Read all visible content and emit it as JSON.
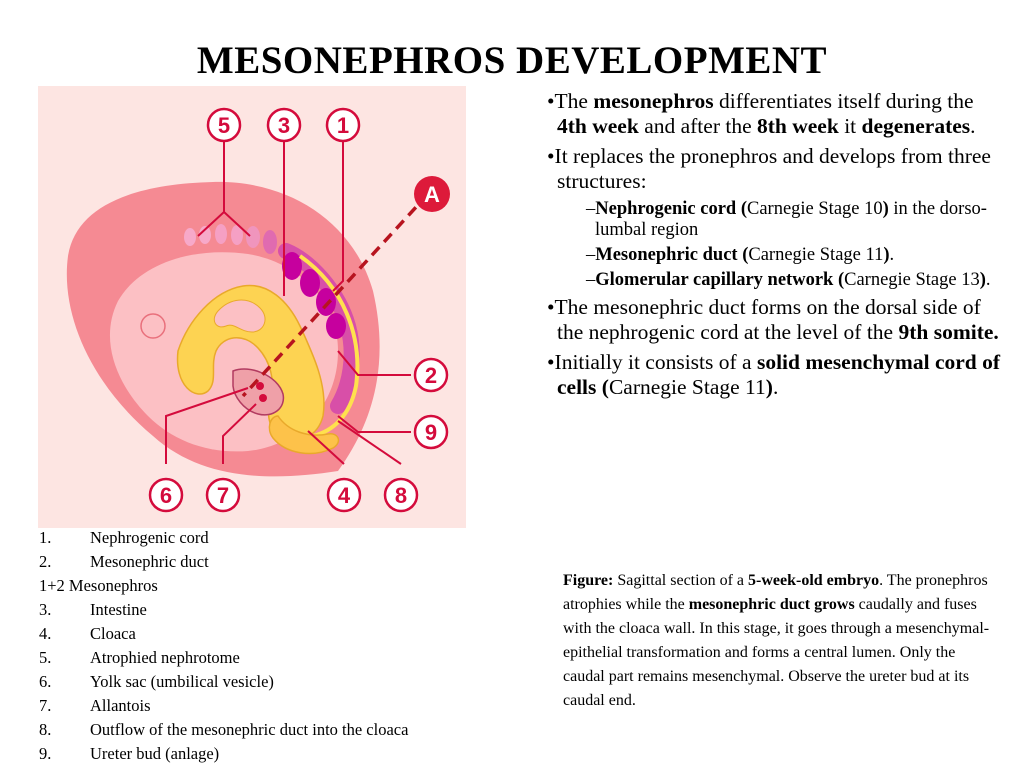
{
  "slide": {
    "title": "MESONEPHROS DEVELOPMENT"
  },
  "figure": {
    "callouts": [
      "5",
      "3",
      "1",
      "A",
      "2",
      "9",
      "6",
      "7",
      "4",
      "8"
    ],
    "colors": {
      "background": "#fde5e2",
      "embryo": "#f58a93",
      "embryo_light": "#fcc0c4",
      "gut": "#fdd352",
      "duct": "#c6009e",
      "line": "#d40b3c",
      "badge_fill": "#dd1a3a"
    }
  },
  "bullets": [
    {
      "level": 1,
      "parts": [
        {
          "t": "The ",
          "b": false
        },
        {
          "t": "mesonephros",
          "b": true
        },
        {
          "t": " differentiates itself during the ",
          "b": false
        },
        {
          "t": "4th week",
          "b": true
        },
        {
          "t": " and after the ",
          "b": false
        },
        {
          "t": "8th week",
          "b": true
        },
        {
          "t": " it ",
          "b": false
        },
        {
          "t": "degenerates",
          "b": true
        },
        {
          "t": ".",
          "b": false
        }
      ]
    },
    {
      "level": 1,
      "parts": [
        {
          "t": "It replaces the pronephros and develops from three structures:",
          "b": false
        }
      ]
    },
    {
      "level": 2,
      "parts": [
        {
          "t": "Nephrogenic cord (",
          "b": true
        },
        {
          "t": "Carnegie Stage 10",
          "b": false
        },
        {
          "t": ")",
          "b": true
        },
        {
          "t": " in the dorso-lumbal region",
          "b": false
        }
      ]
    },
    {
      "level": 2,
      "parts": [
        {
          "t": "Mesonephric duct (",
          "b": true
        },
        {
          "t": "Carnegie Stage 11",
          "b": false
        },
        {
          "t": ")",
          "b": true
        },
        {
          "t": ".",
          "b": false
        }
      ]
    },
    {
      "level": 2,
      "parts": [
        {
          "t": "Glomerular capillary network (",
          "b": true
        },
        {
          "t": "Carnegie Stage 13",
          "b": false
        },
        {
          "t": ")",
          "b": true
        },
        {
          "t": ".",
          "b": false
        }
      ]
    },
    {
      "level": 1,
      "parts": [
        {
          "t": "The mesonephric duct forms on the dorsal side of the nephrogenic cord at the level of the ",
          "b": false
        },
        {
          "t": "9th somite.",
          "b": true
        }
      ]
    },
    {
      "level": 1,
      "parts": [
        {
          "t": "Initially it consists of a ",
          "b": false
        },
        {
          "t": "solid mesenchymal cord of cells (",
          "b": true
        },
        {
          "t": "Carnegie Stage 11",
          "b": false
        },
        {
          "t": ")",
          "b": true
        },
        {
          "t": ".",
          "b": false
        }
      ]
    }
  ],
  "legend": [
    {
      "num": "1.",
      "text": "Nephrogenic cord"
    },
    {
      "num": "2.",
      "text": "Mesonephric duct"
    },
    {
      "num": "",
      "text": "1+2 Mesonephros"
    },
    {
      "num": "3.",
      "text": "Intestine"
    },
    {
      "num": "4.",
      "text": "Cloaca"
    },
    {
      "num": "5.",
      "text": "Atrophied nephrotome"
    },
    {
      "num": "6.",
      "text": "Yolk sac (umbilical vesicle)"
    },
    {
      "num": "7.",
      "text": "Allantois"
    },
    {
      "num": "8.",
      "text": "Outflow of the mesonephric duct into the cloaca"
    },
    {
      "num": "9.",
      "text": "Ureter bud (anlage)"
    }
  ],
  "caption": [
    {
      "t": "Figure:",
      "b": true
    },
    {
      "t": " Sagittal section of a ",
      "b": false
    },
    {
      "t": "5-week-old embryo",
      "b": true
    },
    {
      "t": ". The pronephros atrophies while the ",
      "b": false
    },
    {
      "t": "mesonephric duct grows",
      "b": true
    },
    {
      "t": " caudally and fuses with the cloaca wall. In this stage, it goes through a mesenchymal-epithelial transformation and forms a central lumen. Only the caudal part remains mesenchymal. Observe the ureter bud at its caudal end.",
      "b": false
    }
  ]
}
